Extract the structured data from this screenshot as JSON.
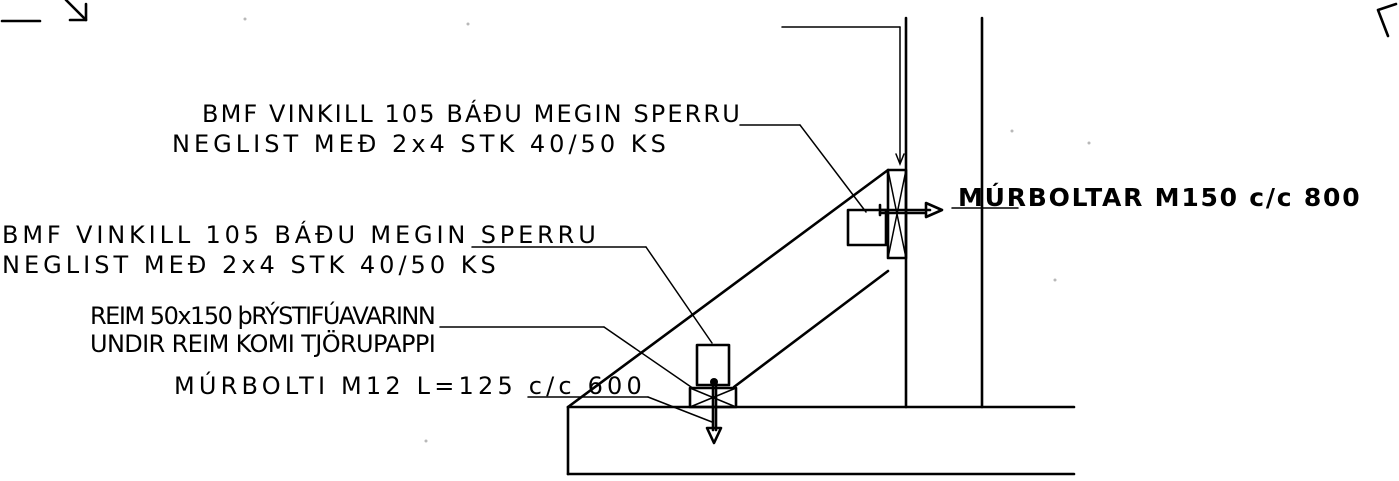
{
  "labels": {
    "note_upper_line1": "BMF VINKILL 105 BÁÐU MEGIN SPERRU",
    "note_upper_line2": "NEGLIST MEÐ 2x4 STK 40/50 KS",
    "note_wall_bolts": "MÚRBOLTAR M150 c/c 800",
    "note_lower_line1": "BMF VINKILL 105 BÁÐU MEGIN SPERRU",
    "note_lower_line2": "NEGLIST MEÐ 2x4 STK 40/50 KS",
    "note_plate_line1": "REIM 50x150 þRÝSTIFÚAVARINN",
    "note_plate_line2": "UNDIR REIM KOMI TJÖRUPAPPI",
    "note_anchor_bolt": "MÚRBOLTI M12 L=125 c/c 600"
  }
}
